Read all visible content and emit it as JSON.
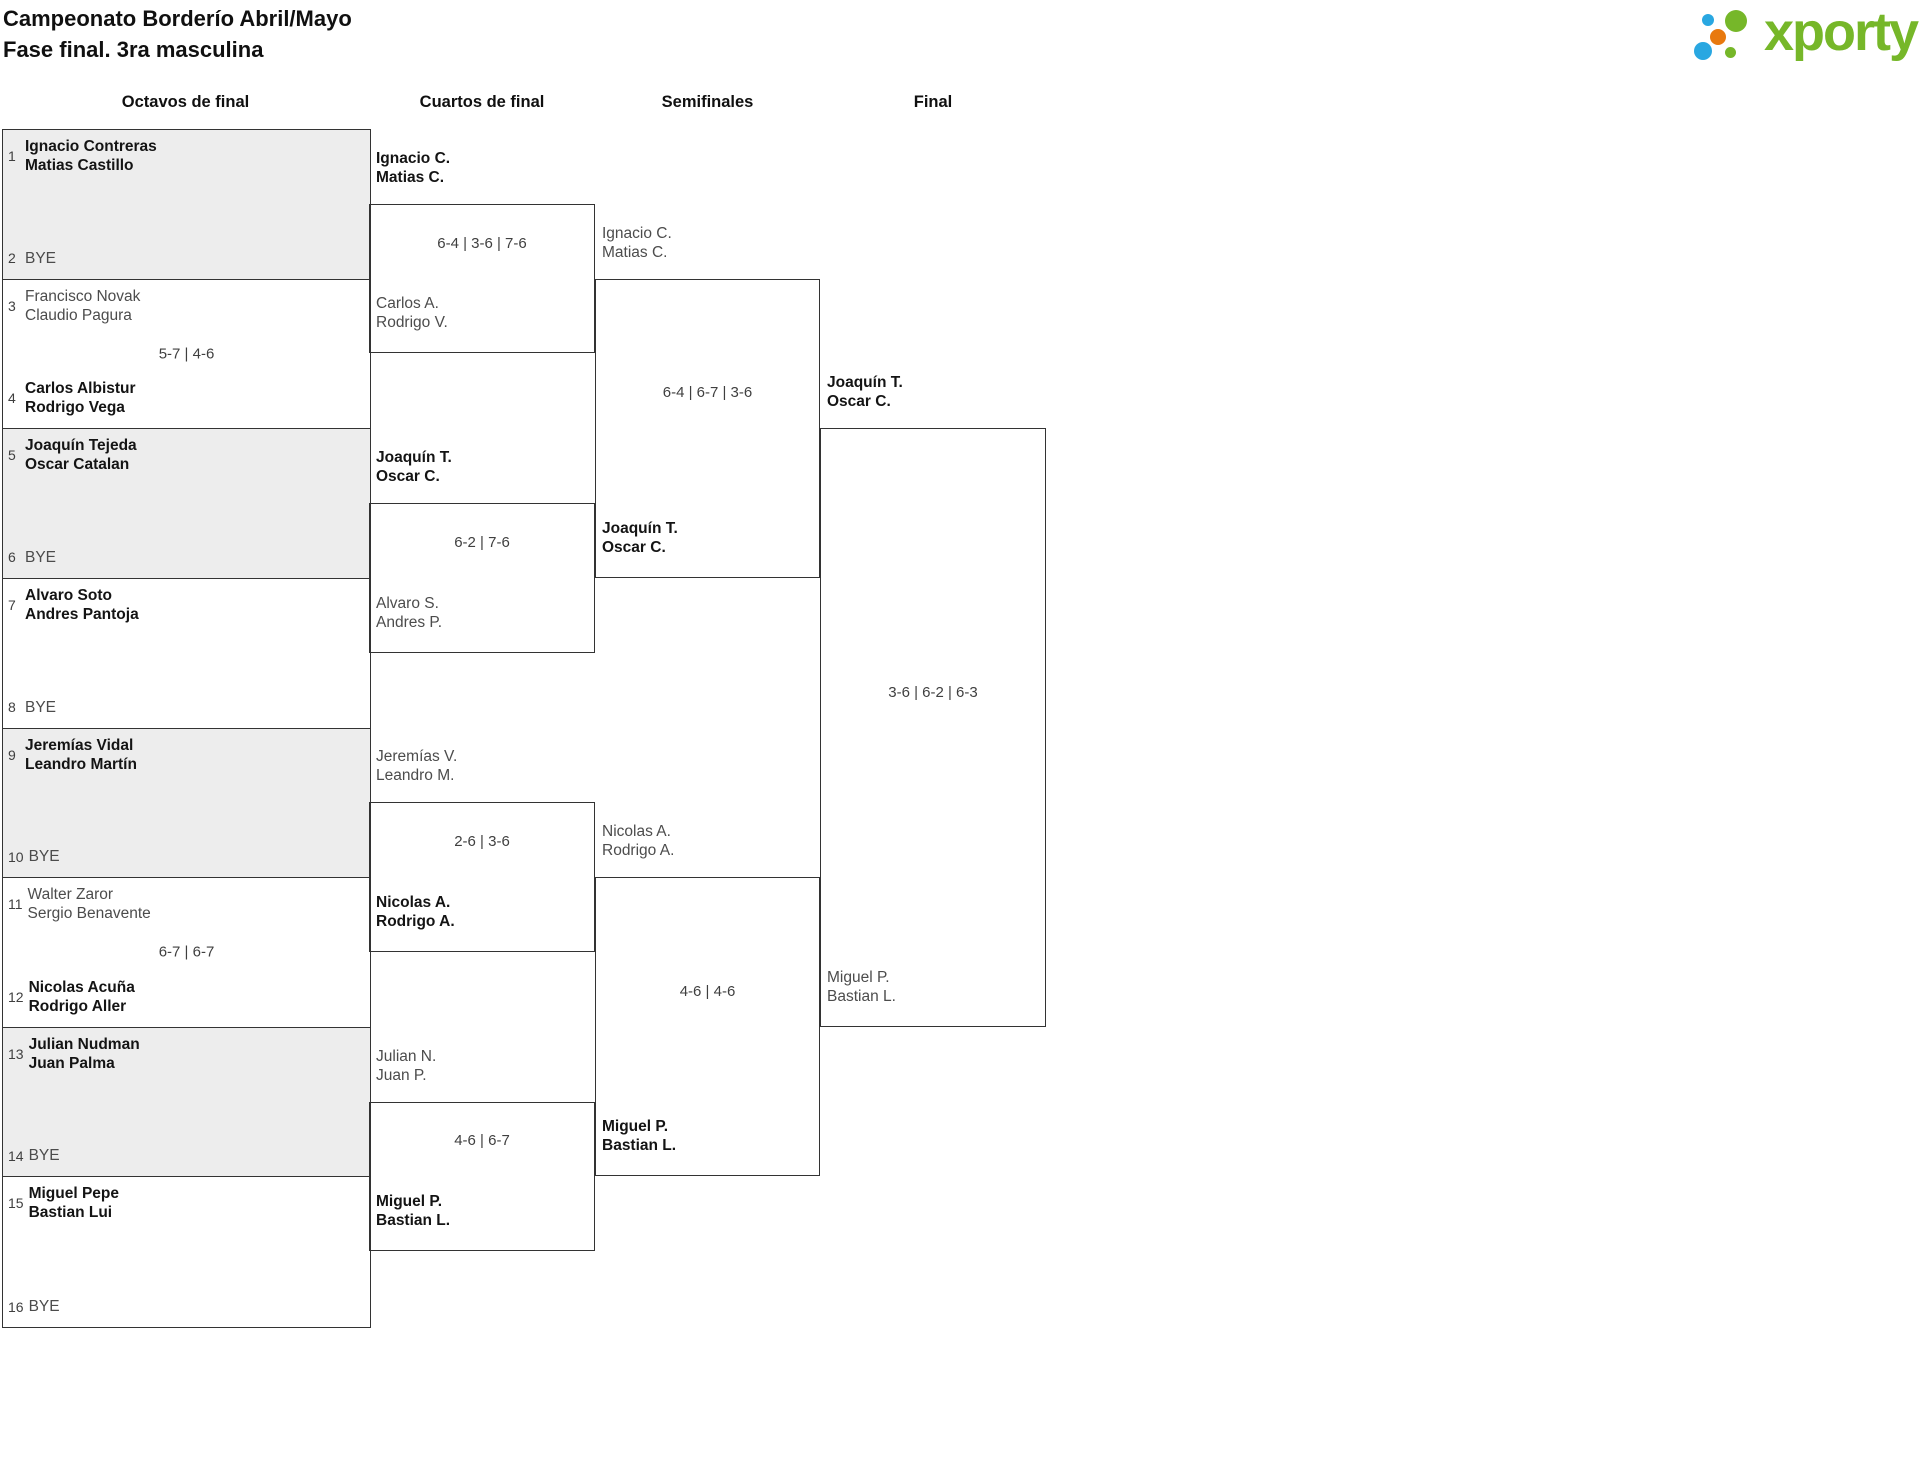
{
  "title": {
    "line1": "Campeonato Borderío Abril/Mayo",
    "line2": "Fase final. 3ra masculina"
  },
  "logo": {
    "text": "xporty",
    "green": "#76b729",
    "blue": "#29a7e1",
    "orange": "#e8790e"
  },
  "rounds": [
    {
      "label": "Octavos de final"
    },
    {
      "label": "Cuartos de final"
    },
    {
      "label": "Semifinales"
    },
    {
      "label": "Final"
    }
  ],
  "bracket": {
    "octavos": [
      {
        "shaded": true,
        "score": "",
        "top": {
          "seed": "1",
          "lines": [
            "Ignacio Contreras",
            "Matias Castillo"
          ],
          "winner": true
        },
        "bottom": {
          "seed": "2",
          "lines": [
            "BYE"
          ],
          "winner": false
        }
      },
      {
        "shaded": false,
        "score": "5-7 | 4-6",
        "top": {
          "seed": "3",
          "lines": [
            "Francisco Novak",
            "Claudio Pagura"
          ],
          "winner": false
        },
        "bottom": {
          "seed": "4",
          "lines": [
            "Carlos Albistur",
            "Rodrigo Vega"
          ],
          "winner": true
        }
      },
      {
        "shaded": true,
        "score": "",
        "top": {
          "seed": "5",
          "lines": [
            "Joaquín Tejeda",
            "Oscar Catalan"
          ],
          "winner": true
        },
        "bottom": {
          "seed": "6",
          "lines": [
            "BYE"
          ],
          "winner": false
        }
      },
      {
        "shaded": false,
        "score": "",
        "top": {
          "seed": "7",
          "lines": [
            "Alvaro Soto",
            "Andres Pantoja"
          ],
          "winner": true
        },
        "bottom": {
          "seed": "8",
          "lines": [
            "BYE"
          ],
          "winner": false
        }
      },
      {
        "shaded": true,
        "score": "",
        "top": {
          "seed": "9",
          "lines": [
            "Jeremías Vidal",
            "Leandro Martín"
          ],
          "winner": true
        },
        "bottom": {
          "seed": "10",
          "lines": [
            "BYE"
          ],
          "winner": false
        }
      },
      {
        "shaded": false,
        "score": "6-7 | 6-7",
        "top": {
          "seed": "11",
          "lines": [
            "Walter Zaror",
            "Sergio Benavente"
          ],
          "winner": false
        },
        "bottom": {
          "seed": "12",
          "lines": [
            "Nicolas Acuña",
            "Rodrigo Aller"
          ],
          "winner": true
        }
      },
      {
        "shaded": true,
        "score": "",
        "top": {
          "seed": "13",
          "lines": [
            "Julian Nudman",
            "Juan Palma"
          ],
          "winner": true
        },
        "bottom": {
          "seed": "14",
          "lines": [
            "BYE"
          ],
          "winner": false
        }
      },
      {
        "shaded": false,
        "score": "",
        "top": {
          "seed": "15",
          "lines": [
            "Miguel Pepe",
            "Bastian Lui"
          ],
          "winner": true
        },
        "bottom": {
          "seed": "16",
          "lines": [
            "BYE"
          ],
          "winner": false
        }
      }
    ],
    "cuartos": [
      {
        "score": "6-4 | 3-6 | 7-6",
        "top": {
          "lines": [
            "Ignacio C.",
            "Matias C."
          ],
          "winner": true
        },
        "bottom": {
          "lines": [
            "Carlos A.",
            "Rodrigo V."
          ],
          "winner": false
        }
      },
      {
        "score": "6-2 | 7-6",
        "top": {
          "lines": [
            "Joaquín T.",
            "Oscar C."
          ],
          "winner": true
        },
        "bottom": {
          "lines": [
            "Alvaro S.",
            "Andres P."
          ],
          "winner": false
        }
      },
      {
        "score": "2-6 | 3-6",
        "top": {
          "lines": [
            "Jeremías V.",
            "Leandro M."
          ],
          "winner": false
        },
        "bottom": {
          "lines": [
            "Nicolas A.",
            "Rodrigo A."
          ],
          "winner": true
        }
      },
      {
        "score": "4-6 | 6-7",
        "top": {
          "lines": [
            "Julian N.",
            "Juan P."
          ],
          "winner": false
        },
        "bottom": {
          "lines": [
            "Miguel P.",
            "Bastian L."
          ],
          "winner": true
        }
      }
    ],
    "semifinales": [
      {
        "score": "6-4 | 6-7 | 3-6",
        "top": {
          "lines": [
            "Ignacio C.",
            "Matias C."
          ],
          "winner": false
        },
        "bottom": {
          "lines": [
            "Joaquín T.",
            "Oscar C."
          ],
          "winner": true
        }
      },
      {
        "score": "4-6 | 4-6",
        "top": {
          "lines": [
            "Nicolas A.",
            "Rodrigo A."
          ],
          "winner": false
        },
        "bottom": {
          "lines": [
            "Miguel P.",
            "Bastian L."
          ],
          "winner": true
        }
      }
    ],
    "final": [
      {
        "score": "3-6 | 6-2 | 6-3",
        "top": {
          "lines": [
            "Joaquín T.",
            "Oscar C."
          ],
          "winner": true
        },
        "bottom": {
          "lines": [
            "Miguel P.",
            "Bastian L."
          ],
          "winner": false
        }
      }
    ]
  },
  "colors": {
    "box_border": "#333333",
    "shaded_box": "#ededed",
    "winner_text": "#141414",
    "loser_text": "#4c4c4c",
    "score_text": "#3f3f3f"
  }
}
